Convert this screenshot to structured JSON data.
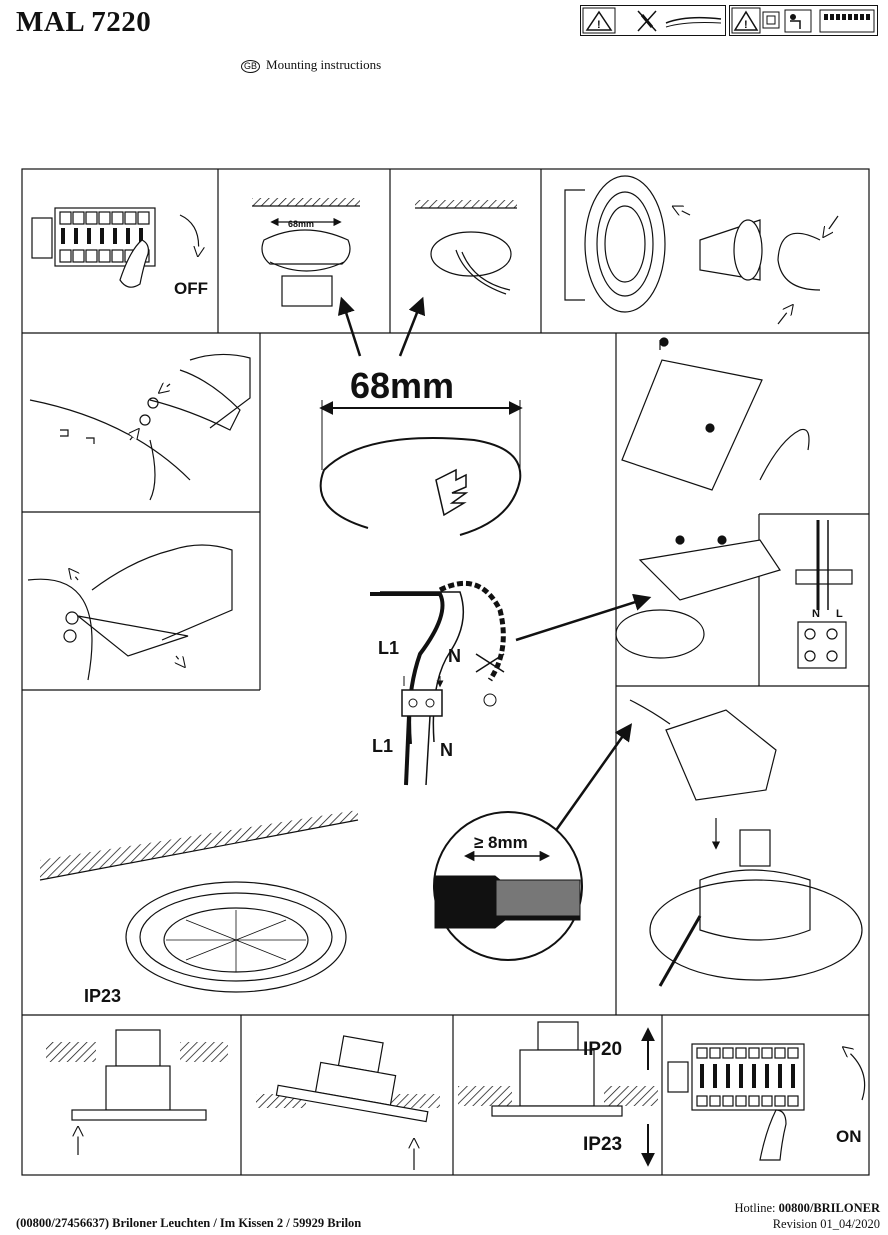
{
  "header": {
    "model": "MAL 7220",
    "language_badge": "GB",
    "subtitle": "Mounting instructions"
  },
  "diagram": {
    "labels": {
      "off": "OFF",
      "on": "ON",
      "cutout": "68mm",
      "cutout_small": "68mm",
      "strip": "≥ 8mm",
      "l1_top": "L1",
      "n_top": "N",
      "l1_bottom": "L1",
      "n_bottom": "N",
      "terminal_n": "N",
      "terminal_l": "L",
      "ip23_main": "IP23",
      "ip20": "IP20",
      "ip23_bottom": "IP23"
    },
    "warning_icons": [
      "warning-triangle-icon",
      "no-tools-icon",
      "cable-icon",
      "warning-triangle-icon",
      "class-ii-icon",
      "installer-icon",
      "fuse-box-icon"
    ]
  },
  "footer": {
    "address": "(00800/27456637) Briloner Leuchten / Im Kissen 2 / 59929 Brilon",
    "hotline_label": "Hotline:",
    "hotline_value": "00800/BRILONER",
    "revision": "Revision 01_04/2020"
  }
}
